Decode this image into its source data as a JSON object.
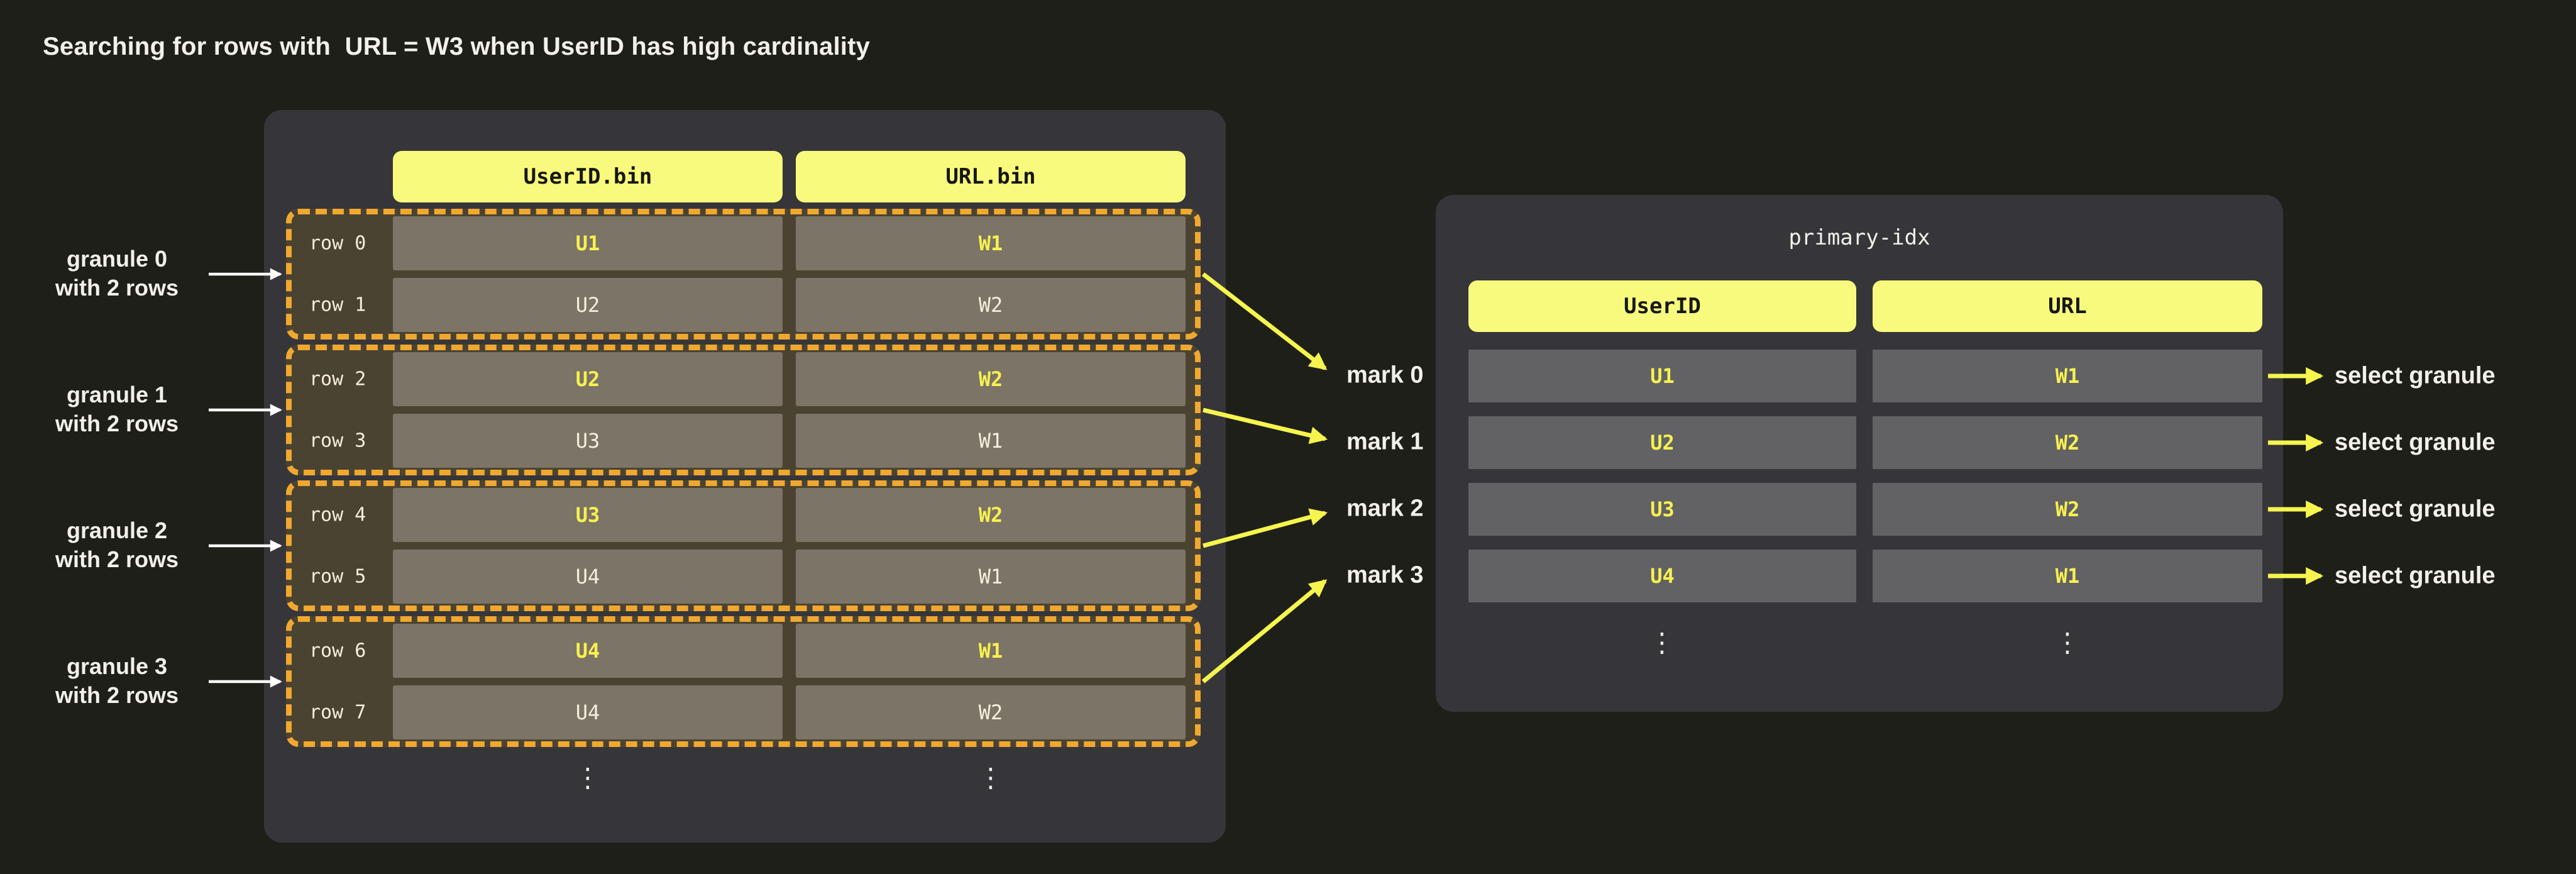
{
  "title": "Searching for rows with  URL = W3 when UserID has high cardinality",
  "colors": {
    "background": "#1f1f1a",
    "panel": "#36363a",
    "header_yellow": "#f8fa7d",
    "granule_fill": "#4b4331",
    "granule_dash": "#f0a82f",
    "cell_left": "#7c7466",
    "cell_right": "#626265",
    "text_white": "#f2f0ea",
    "text_cream": "#f6eedd",
    "text_yellow": "#f7f150",
    "arrow_yellow": "#f6f54e",
    "arrow_white": "#ffffff"
  },
  "bin_table": {
    "column_headers": [
      "UserID.bin",
      "URL.bin"
    ],
    "ellipsis": "⋮",
    "granules": [
      {
        "label_line1": "granule 0",
        "label_line2": "with 2 rows",
        "mark_label": "mark 0",
        "rows": [
          {
            "label": "row 0",
            "user_id": "U1",
            "url": "W1",
            "highlight": true
          },
          {
            "label": "row 1",
            "user_id": "U2",
            "url": "W2",
            "highlight": false
          }
        ]
      },
      {
        "label_line1": "granule 1",
        "label_line2": "with 2 rows",
        "mark_label": "mark 1",
        "rows": [
          {
            "label": "row 2",
            "user_id": "U2",
            "url": "W2",
            "highlight": true
          },
          {
            "label": "row 3",
            "user_id": "U3",
            "url": "W1",
            "highlight": false
          }
        ]
      },
      {
        "label_line1": "granule 2",
        "label_line2": "with 2 rows",
        "mark_label": "mark 2",
        "rows": [
          {
            "label": "row 4",
            "user_id": "U3",
            "url": "W2",
            "highlight": true
          },
          {
            "label": "row 5",
            "user_id": "U4",
            "url": "W1",
            "highlight": false
          }
        ]
      },
      {
        "label_line1": "granule 3",
        "label_line2": "with 2 rows",
        "mark_label": "mark 3",
        "rows": [
          {
            "label": "row 6",
            "user_id": "U4",
            "url": "W1",
            "highlight": true
          },
          {
            "label": "row 7",
            "user_id": "U4",
            "url": "W2",
            "highlight": false
          }
        ]
      }
    ]
  },
  "primary_index": {
    "title": "primary-idx",
    "column_headers": [
      "UserID",
      "URL"
    ],
    "ellipsis": "⋮",
    "select_label": "select granule",
    "rows": [
      {
        "user_id": "U1",
        "url": "W1"
      },
      {
        "user_id": "U2",
        "url": "W2"
      },
      {
        "user_id": "U3",
        "url": "W2"
      },
      {
        "user_id": "U4",
        "url": "W1"
      }
    ]
  }
}
